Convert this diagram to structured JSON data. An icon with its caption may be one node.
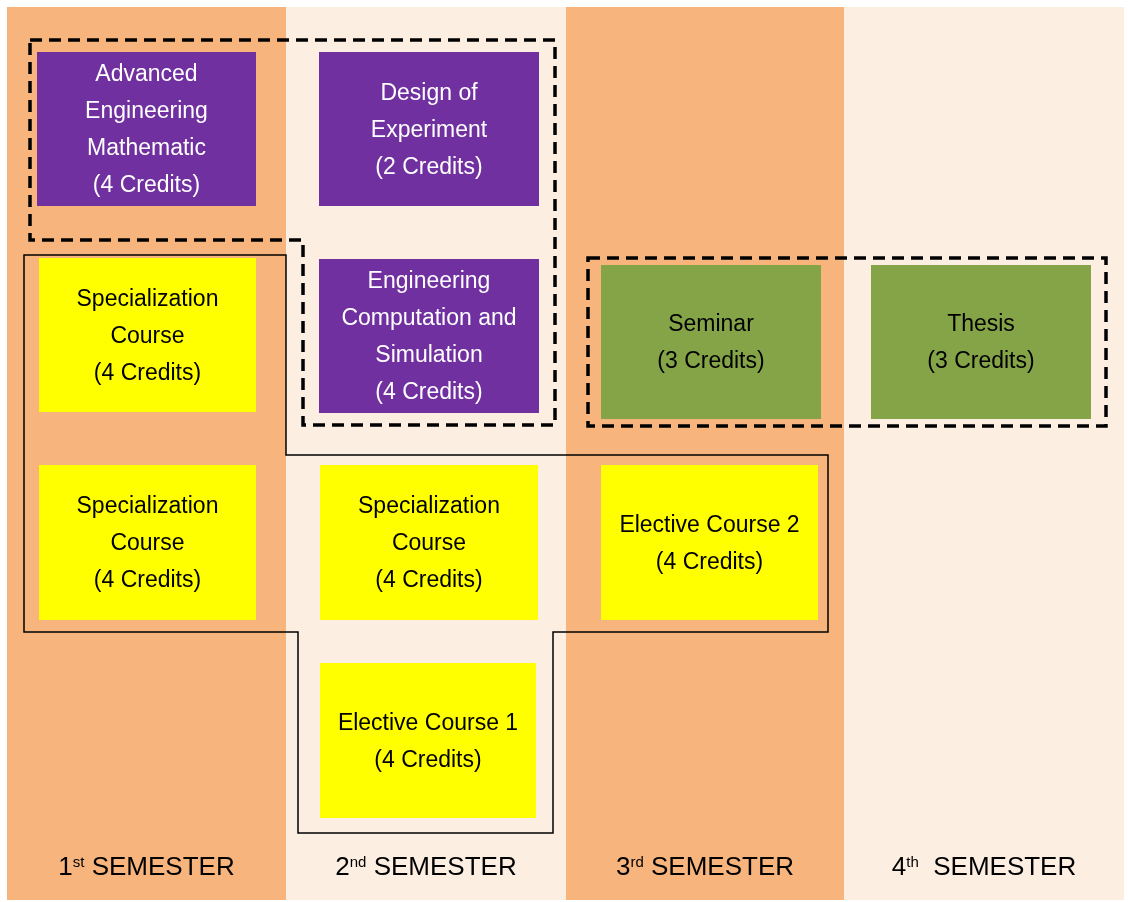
{
  "diagram": {
    "nodes": [
      {
        "text": [
          "Advanced Engineering Mathematic",
          "(4 Credits)"
        ]
      },
      {
        "text": [
          "Design of Experiment",
          "(2 Credits)"
        ]
      },
      {
        "text": [
          "Specialization Course",
          "(4 Credits)"
        ]
      },
      {
        "text": [
          "Engineering Computation and Simulation",
          "(4 Credits)"
        ]
      },
      {
        "text": [
          "Seminar",
          "(3 Credits)"
        ]
      },
      {
        "text": [
          "Thesis",
          "(3 Credits)"
        ]
      },
      {
        "text": [
          "Specialization Course",
          "(4 Credits)"
        ]
      },
      {
        "text": [
          "Specialization Course",
          "(4 Credits)"
        ]
      },
      {
        "text": [
          "Elective Course 2",
          "(4 Credits)"
        ]
      },
      {
        "text": [
          "Elective Course 1",
          "(4 Credits)"
        ]
      }
    ],
    "labels": [
      "1$^{st}$ SEMESTER",
      "2$^{nd}$ SEMESTER",
      "3$^{rd}$ SEMESTER",
      "4$^{th}$  SEMESTER"
    ]
  }
}
